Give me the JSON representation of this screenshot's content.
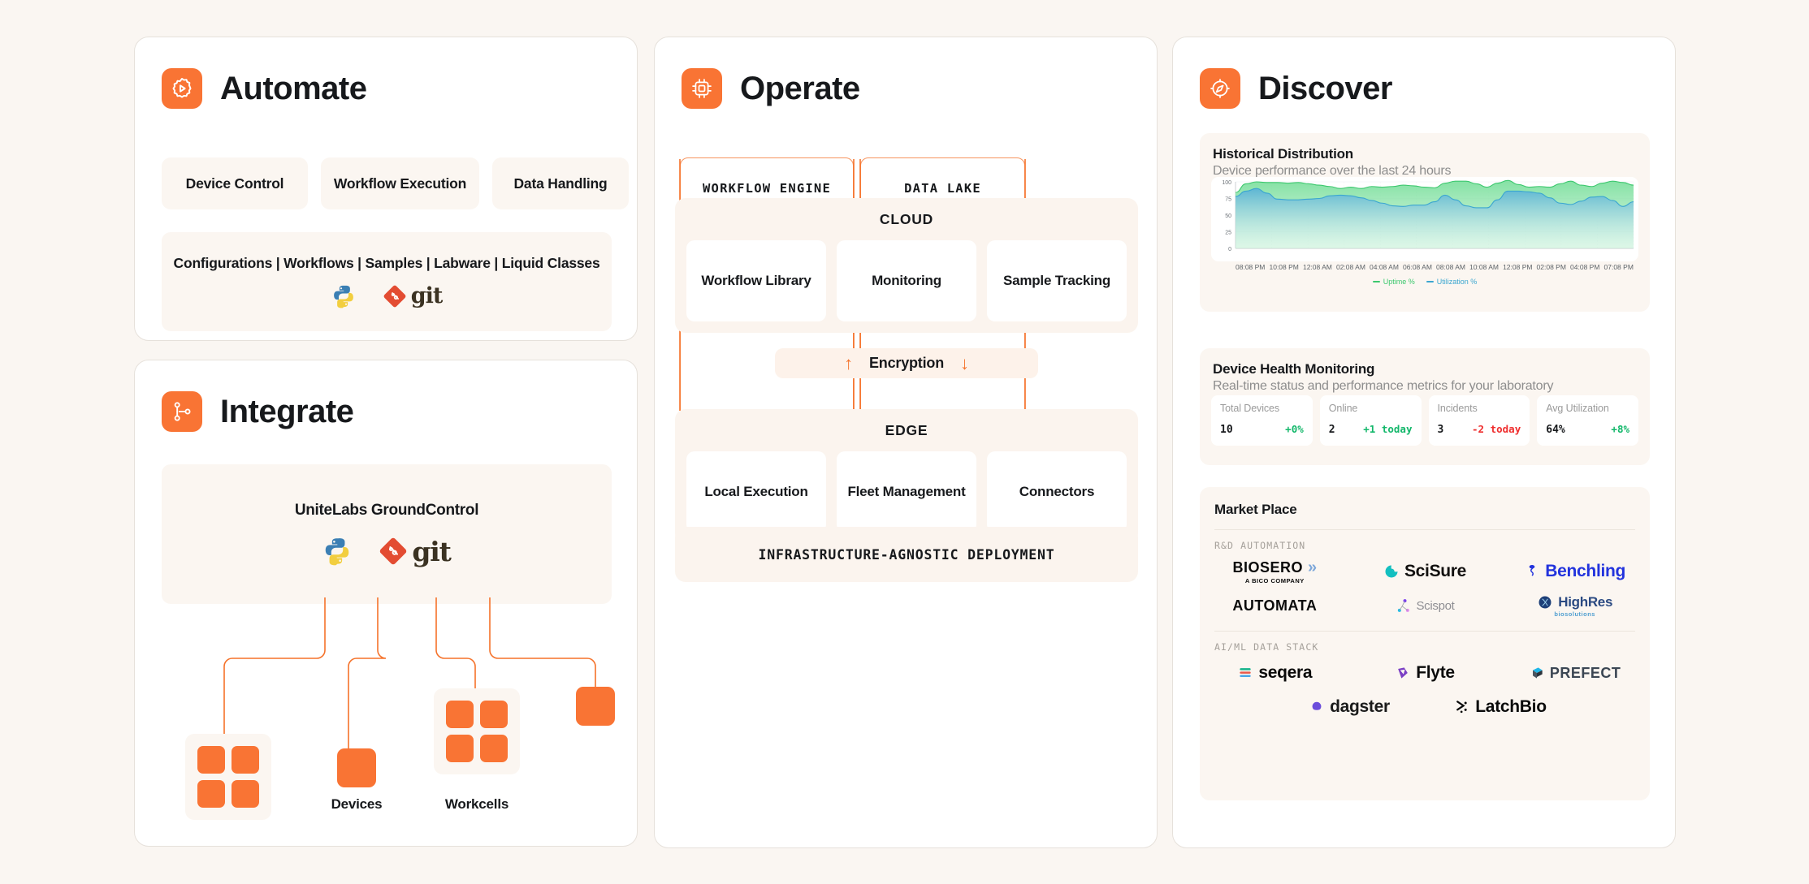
{
  "theme": {
    "bg": "#faf6f2",
    "card_bg": "#ffffff",
    "accent": "#f97434",
    "accent_soft": "#fbf6f1",
    "outline": "#f7945e",
    "green": "#12b76a",
    "red": "#ef2d2d"
  },
  "automate": {
    "icon": "gear-play-icon",
    "title": "Automate",
    "pills": [
      "Device Control",
      "Workflow Execution",
      "Data Handling"
    ],
    "strip_text": "Configurations  |  Workflows  |  Samples  |  Labware  |  Liquid Classes",
    "logos": [
      "python-logo",
      "git-logo"
    ]
  },
  "integrate": {
    "icon": "git-branch-icon",
    "title": "Integrate",
    "box_title": "UniteLabs GroundControl",
    "logos": [
      "python-logo",
      "git-logo"
    ],
    "node_labels": [
      "Devices",
      "Workcells"
    ]
  },
  "operate": {
    "icon": "cpu-chip-icon",
    "title": "Operate",
    "columns": [
      "WORKFLOW ENGINE",
      "DATA LAKE"
    ],
    "cloud": {
      "title": "CLOUD",
      "cards": [
        "Workflow Library",
        "Monitoring",
        "Sample Tracking"
      ]
    },
    "encryption": {
      "label": "Encryption",
      "up_arrow": "↑",
      "down_arrow": "↓"
    },
    "edge": {
      "title": "EDGE",
      "cards": [
        "Local Execution",
        "Fleet Management",
        "Connectors"
      ]
    },
    "footer": "INFRASTRUCTURE-AGNOSTIC DEPLOYMENT"
  },
  "discover": {
    "icon": "compass-icon",
    "title": "Discover",
    "historical": {
      "title": "Historical Distribution",
      "subtitle": "Device performance over the last 24 hours"
    },
    "health": {
      "title": "Device Health Monitoring",
      "subtitle": "Real-time status and performance metrics for your laboratory",
      "stats": [
        {
          "label": "Total Devices",
          "value": "10",
          "delta": "+0%",
          "dir": "up"
        },
        {
          "label": "Online",
          "value": "2",
          "delta": "+1 today",
          "dir": "up"
        },
        {
          "label": "Incidents",
          "value": "3",
          "delta": "-2 today",
          "dir": "down"
        },
        {
          "label": "Avg Utilization",
          "value": "64%",
          "delta": "+8%",
          "dir": "up"
        }
      ]
    },
    "marketplace": {
      "title": "Market Place",
      "categories": [
        {
          "name": "R&D AUTOMATION",
          "rows": [
            [
              "BIOSERO",
              "SciSure",
              "Benchling"
            ],
            [
              "AUTOMATA",
              "Scispot",
              "HighRes"
            ]
          ]
        },
        {
          "name": "AI/ML DATA STACK",
          "rows": [
            [
              "seqera",
              "Flyte",
              "PREFECT"
            ],
            [
              "dagster",
              "LatchBio"
            ]
          ]
        }
      ],
      "logo_meta": {
        "BIOSERO": {
          "text": "BIOSERO",
          "sub": "A BICO COMPANY",
          "color": "#0a0a0a"
        },
        "SciSure": {
          "text": "SciSure",
          "color": "#12100f",
          "mark": "#13bfc0"
        },
        "Benchling": {
          "text": "Benchling",
          "color": "#2233dd",
          "mark": "#2233dd"
        },
        "AUTOMATA": {
          "text": "AUTOMATA",
          "color": "#0a0a0a"
        },
        "Scispot": {
          "text": "Scispot",
          "color": "#8e8e93",
          "mark": "#7a3cf0"
        },
        "HighRes": {
          "text": "HighRes",
          "sub": "biosolutions",
          "color": "#2b4a82",
          "mark": "#1d3f78"
        },
        "seqera": {
          "text": "seqera",
          "color": "#0a0a0a",
          "mark": "#13b38a"
        },
        "Flyte": {
          "text": "Flyte",
          "color": "#0a0a0a",
          "mark": "#7b3fc4"
        },
        "PREFECT": {
          "text": "PREFECT",
          "color": "#3b4653",
          "mark": "#1fb6e8"
        },
        "dagster": {
          "text": "dagster",
          "color": "#1b1b1b",
          "mark": "#6b4ddb"
        },
        "LatchBio": {
          "text": "LatchBio",
          "color": "#0a0a0a",
          "mark": "#0a0a0a"
        }
      }
    }
  },
  "chart_data": {
    "type": "area",
    "title": "Historical Distribution",
    "subtitle": "Device performance over the last 24 hours",
    "xlabel": "",
    "ylabel": "",
    "ylim": [
      0,
      100
    ],
    "yticks": [
      0,
      25,
      50,
      75,
      100
    ],
    "grid": true,
    "legend_position": "bottom",
    "x": [
      "08:08 PM",
      "10:08 PM",
      "12:08 AM",
      "02:08 AM",
      "04:08 AM",
      "06:08 AM",
      "08:08 AM",
      "10:08 AM",
      "12:08 PM",
      "02:08 PM",
      "04:08 PM",
      "07:08 PM"
    ],
    "series": [
      {
        "name": "Uptime %",
        "color": "#3cc86e",
        "values": [
          84,
          97,
          100,
          99,
          99,
          98,
          99,
          97,
          95,
          93,
          90,
          92,
          90,
          93,
          92,
          93,
          95,
          94,
          92,
          91,
          98,
          101,
          101,
          97,
          92,
          98,
          102,
          96,
          92,
          93,
          92,
          97,
          101,
          95,
          93,
          98,
          101,
          99,
          95
        ]
      },
      {
        "name": "Utilization %",
        "color": "#3aa6d0",
        "values": [
          78,
          86,
          90,
          83,
          74,
          73,
          73,
          74,
          75,
          79,
          80,
          79,
          76,
          72,
          68,
          64,
          63,
          65,
          65,
          70,
          80,
          73,
          64,
          61,
          61,
          73,
          86,
          86,
          85,
          83,
          76,
          68,
          66,
          71,
          77,
          78,
          72,
          63,
          70
        ]
      }
    ]
  }
}
